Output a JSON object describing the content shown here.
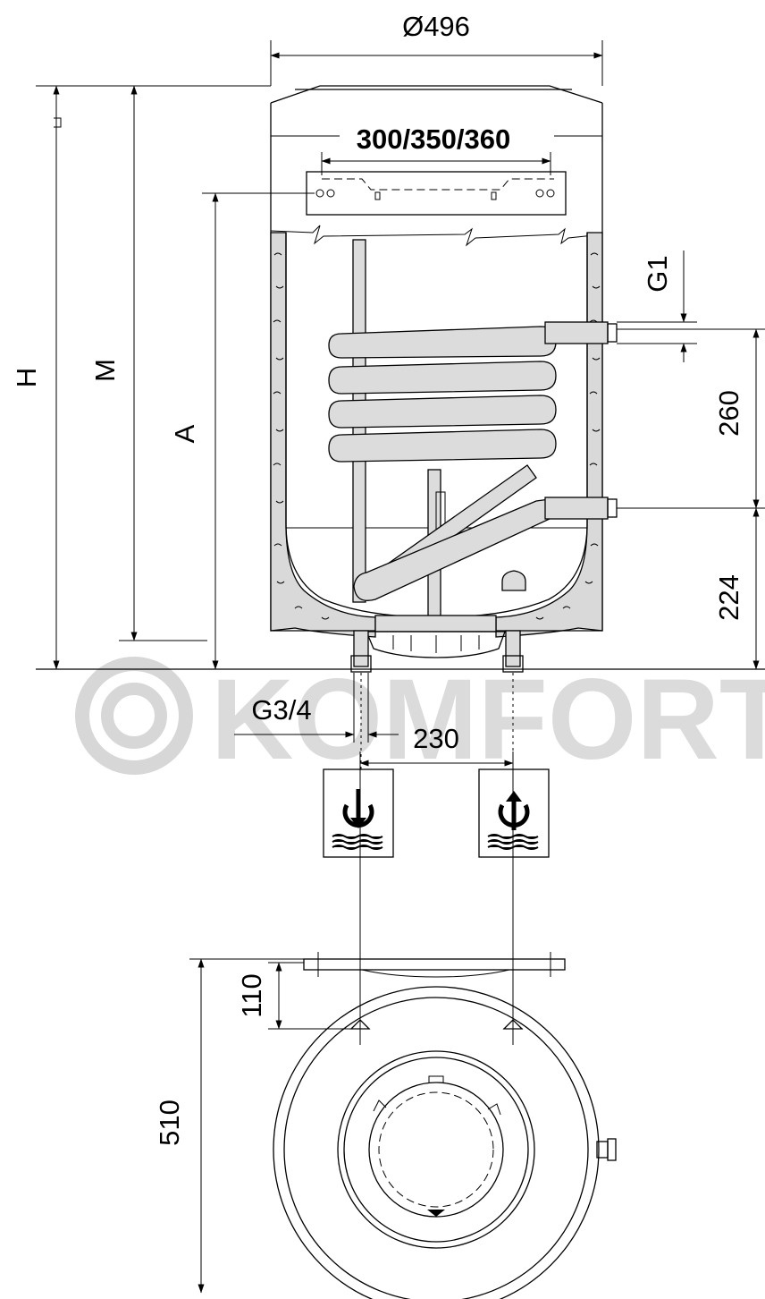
{
  "watermark": {
    "brand": "KOMFORT",
    "color": "#bdbdbd"
  },
  "dimensions": {
    "diameter": "Ø496",
    "bracket_spacing": "300/350/360",
    "height_h": "H",
    "height_m": "M",
    "height_a": "A",
    "coil_thread": "G1",
    "coil_spacing": "260",
    "lower_connection": "224",
    "water_thread": "G3/4",
    "plan_hole_spacing": "230",
    "plan_bracket_offset": "110",
    "plan_depth": "510"
  },
  "icons": {
    "left": "cold-water-inlet-icon",
    "right": "hot-water-outlet-icon"
  }
}
